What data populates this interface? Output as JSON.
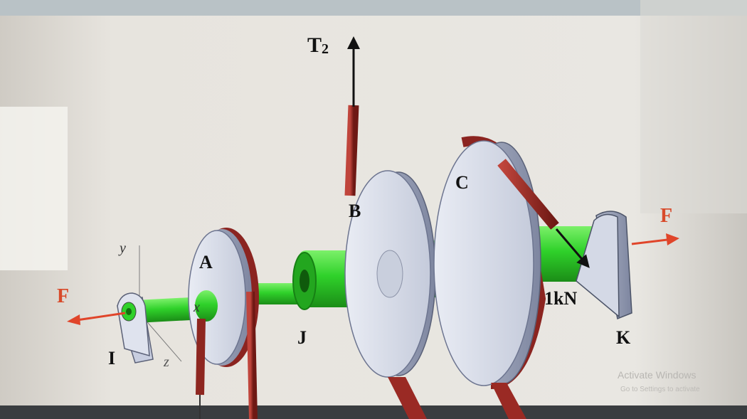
{
  "labels": {
    "tension": "T",
    "tension_sub": "2",
    "force_left": "F",
    "force_right": "F",
    "load": "1kN",
    "pulley_a": "A",
    "pulley_b": "B",
    "pulley_c": "C",
    "bearing_i": "I",
    "bearing_k": "K",
    "coupling_j": "J",
    "axis_x": "x",
    "axis_y": "y",
    "axis_z": "z"
  },
  "watermark": {
    "line1": "Activate Windows",
    "line2": "Go to Settings to activate"
  },
  "colors": {
    "shaft": "#2fd12a",
    "shaft_dark": "#1c8f18",
    "belt": "#9a2a24",
    "disk": "#d6dbe8",
    "force_arrow": "#e0452a",
    "label_red": "#d84a2a"
  }
}
